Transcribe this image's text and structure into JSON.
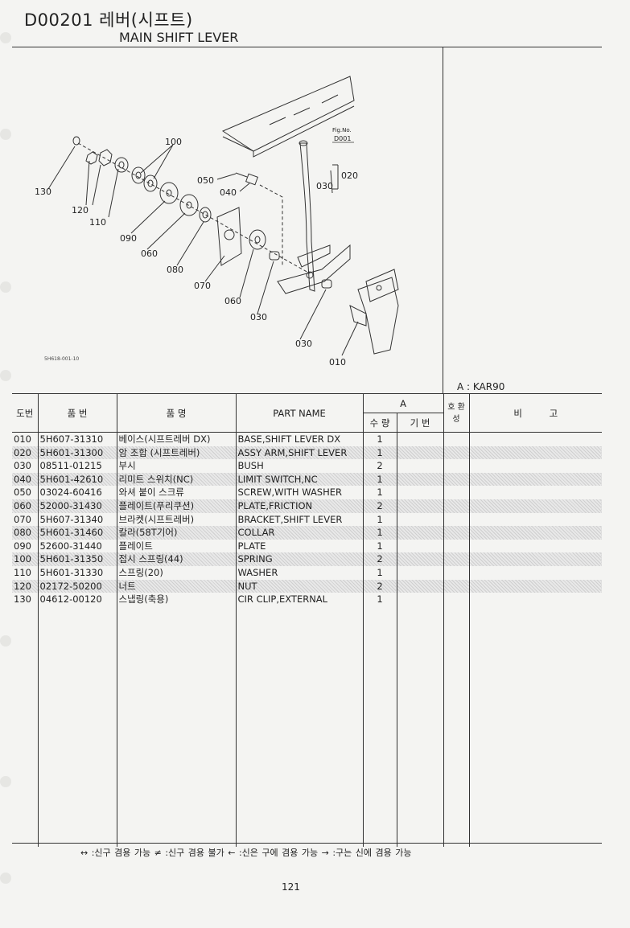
{
  "header": {
    "code": "D00201 레버(시프트)",
    "english": "MAIN SHIFT LEVER"
  },
  "figure": {
    "ref_label": "Fig.No.",
    "ref_value": "D001",
    "image_code": "5H618-001-10",
    "callouts": [
      "130",
      "120",
      "110",
      "100",
      "090",
      "060",
      "080",
      "070",
      "060",
      "030",
      "030",
      "010",
      "050",
      "040",
      "030",
      "020"
    ]
  },
  "legend_a": "A : KAR90",
  "table": {
    "headers": {
      "ref": "도번",
      "part_no": "품 번",
      "name_kr": "품 명",
      "part_name": "PART NAME",
      "group_a": "A",
      "qty": "수 량",
      "base_no": "기 번",
      "interchange": "호 환 성",
      "remarks": "비 고"
    },
    "rows": [
      {
        "ref": "010",
        "part_no": "5H607-31310",
        "name_kr": "베이스(시프트레버 DX)",
        "part_name": "BASE,SHIFT LEVER DX",
        "qty": "1"
      },
      {
        "ref": "020",
        "part_no": "5H601-31300",
        "name_kr": "암 조합 (시프트레버)",
        "part_name": "ASSY ARM,SHIFT LEVER",
        "qty": "1"
      },
      {
        "ref": "030",
        "part_no": "08511-01215",
        "name_kr": "부시",
        "part_name": "BUSH",
        "qty": "2"
      },
      {
        "ref": "040",
        "part_no": "5H601-42610",
        "name_kr": "리미트 스위치(NC)",
        "part_name": "LIMIT SWITCH,NC",
        "qty": "1"
      },
      {
        "ref": "050",
        "part_no": "03024-60416",
        "name_kr": "와셔 붙이 스크류",
        "part_name": "SCREW,WITH WASHER",
        "qty": "1"
      },
      {
        "ref": "060",
        "part_no": "52000-31430",
        "name_kr": "플레이트(푸리쿠션)",
        "part_name": "PLATE,FRICTION",
        "qty": "2"
      },
      {
        "ref": "070",
        "part_no": "5H607-31340",
        "name_kr": "브라켓(시프트레버)",
        "part_name": "BRACKET,SHIFT LEVER",
        "qty": "1"
      },
      {
        "ref": "080",
        "part_no": "5H601-31460",
        "name_kr": "칼라(58T기어)",
        "part_name": "COLLAR",
        "qty": "1"
      },
      {
        "ref": "090",
        "part_no": "52600-31440",
        "name_kr": "플레이트",
        "part_name": "PLATE",
        "qty": "1"
      },
      {
        "ref": "100",
        "part_no": "5H601-31350",
        "name_kr": "접시 스프링(44)",
        "part_name": "SPRING",
        "qty": "2"
      },
      {
        "ref": "110",
        "part_no": "5H601-31330",
        "name_kr": "스프링(20)",
        "part_name": "WASHER",
        "qty": "1"
      },
      {
        "ref": "120",
        "part_no": "02172-50200",
        "name_kr": "너트",
        "part_name": "NUT",
        "qty": "2"
      },
      {
        "ref": "130",
        "part_no": "04612-00120",
        "name_kr": "스냅링(축용)",
        "part_name": "CIR CLIP,EXTERNAL",
        "qty": "1"
      }
    ]
  },
  "footnote": "↔ :신구 겸용 가능   ≠ :신구 겸용 불가   ← :신은 구에 겸용 가능   → :구는 신에 겸용 가능",
  "page_number": "121"
}
